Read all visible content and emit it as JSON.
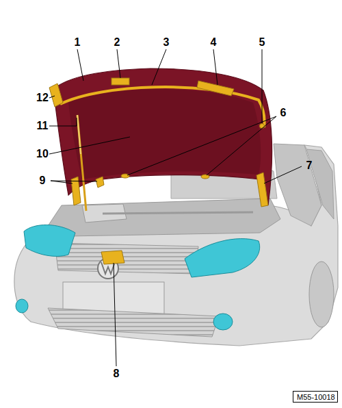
{
  "diagram": {
    "nodes": [
      {
        "text": [
          "M55-10018"
        ]
      }
    ],
    "labels": [
      "1",
      "2",
      "3",
      "4",
      "5",
      "12",
      "11",
      "10",
      "6",
      "9",
      "7",
      "8"
    ]
  }
}
